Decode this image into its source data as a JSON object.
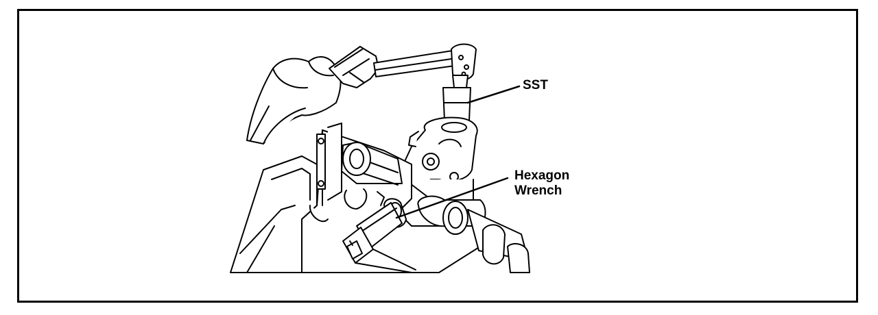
{
  "figure": {
    "labels": {
      "sst": "SST",
      "hexagon_line1": "Hexagon",
      "hexagon_line2": "Wrench"
    },
    "colors": {
      "stroke": "#000000",
      "background": "#ffffff"
    }
  }
}
